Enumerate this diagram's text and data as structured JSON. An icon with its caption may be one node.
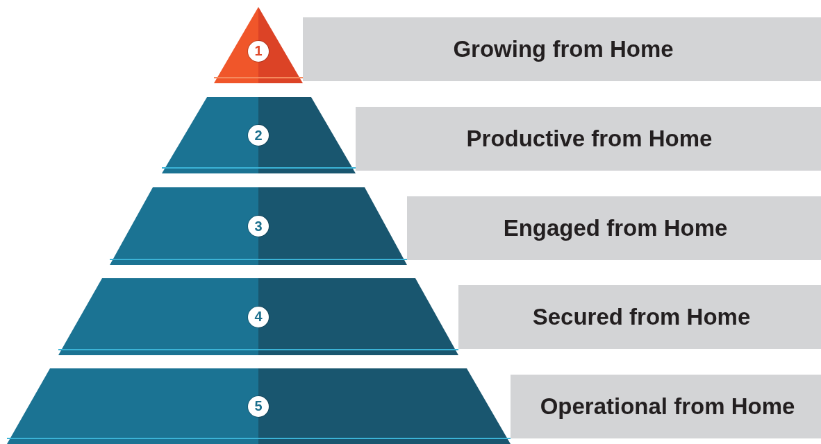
{
  "diagram": {
    "nodes": [
      {
        "text": [
          "1"
        ]
      },
      {
        "text": [
          "Growing from Home"
        ]
      },
      {
        "text": [
          "2"
        ]
      },
      {
        "text": [
          "Productive from Home"
        ]
      },
      {
        "text": [
          "3"
        ]
      },
      {
        "text": [
          "Engaged from Home"
        ]
      },
      {
        "text": [
          "4"
        ]
      },
      {
        "text": [
          "Secured from Home"
        ]
      },
      {
        "text": [
          "5"
        ]
      },
      {
        "text": [
          "Operational from Home"
        ]
      }
    ]
  }
}
